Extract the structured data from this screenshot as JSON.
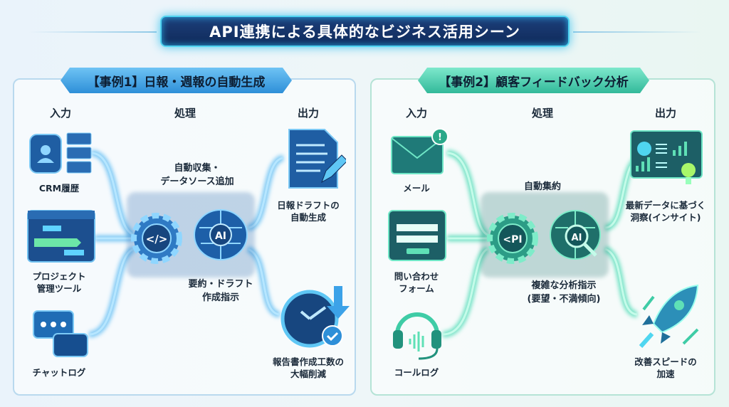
{
  "title": "API連携による具体的なビジネス活用シーン",
  "colors": {
    "case1_accent": "#2e8fd8",
    "case2_accent": "#33b99a",
    "dark": "#1d3f7a"
  },
  "cases": [
    {
      "header": "【事例1】日報・週報の自動生成",
      "col_input": "入力",
      "col_process": "処理",
      "col_output": "出力",
      "inputs": [
        {
          "label": "CRM履歴",
          "icon": "database-icon"
        },
        {
          "label": "プロジェクト\n管理ツール",
          "icon": "project-board-icon"
        },
        {
          "label": "チャットログ",
          "icon": "chat-bubbles-icon"
        }
      ],
      "process_top": "自動収集・\nデータソース追加",
      "process_bottom": "要約・ドラフト\n作成指示",
      "gear_text": "</>",
      "ai_text": "AI",
      "outputs": [
        {
          "label": "日報ドラフトの\n自動生成",
          "icon": "document-pen-icon"
        },
        {
          "label": "報告書作成工数の\n大幅削減",
          "icon": "clock-check-icon"
        }
      ]
    },
    {
      "header": "【事例2】顧客フィードバック分析",
      "col_input": "入力",
      "col_process": "処理",
      "col_output": "出力",
      "inputs": [
        {
          "label": "メール",
          "icon": "mail-icon"
        },
        {
          "label": "問い合わせ\nフォーム",
          "icon": "form-icon"
        },
        {
          "label": "コールログ",
          "icon": "headset-icon"
        }
      ],
      "process_top": "自動集約",
      "process_bottom": "複雑な分析指示\n(要望・不満傾向)",
      "gear_text": "<PI",
      "ai_text": "AI",
      "outputs": [
        {
          "label": "最新データに基づく\n洞察(インサイト)",
          "icon": "dashboard-icon"
        },
        {
          "label": "改善スピードの\n加速",
          "icon": "rocket-icon"
        }
      ]
    }
  ]
}
